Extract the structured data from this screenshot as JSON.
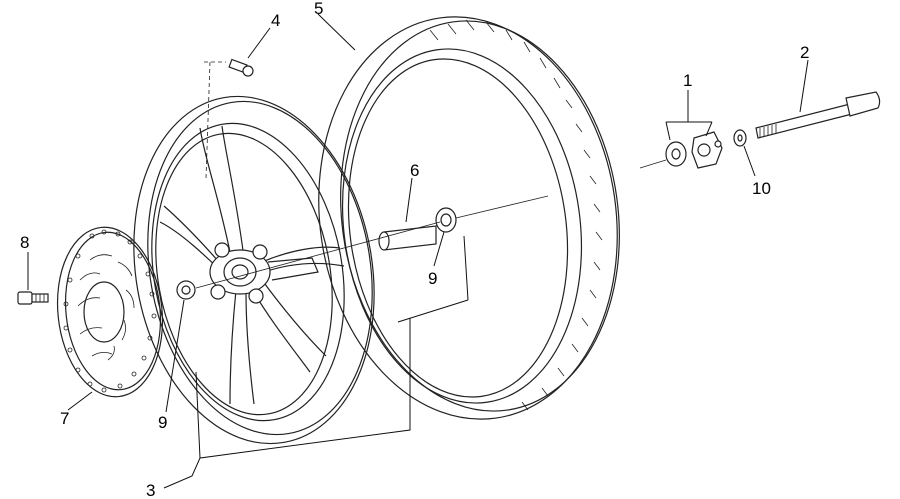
{
  "labels": [
    {
      "id": "1",
      "text": "1"
    },
    {
      "id": "2",
      "text": "2"
    },
    {
      "id": "3",
      "text": "3"
    },
    {
      "id": "4",
      "text": "4"
    },
    {
      "id": "5",
      "text": "5"
    },
    {
      "id": "6",
      "text": "6"
    },
    {
      "id": "7",
      "text": "7"
    },
    {
      "id": "8",
      "text": "8"
    },
    {
      "id": "9a",
      "text": "9"
    },
    {
      "id": "9b",
      "text": "9"
    },
    {
      "id": "10",
      "text": "10"
    }
  ]
}
